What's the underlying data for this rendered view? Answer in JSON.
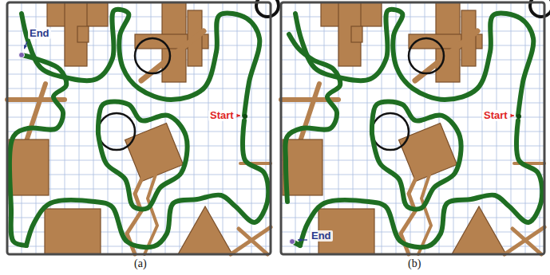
{
  "diagram": {
    "labels": [
      "Start",
      "End",
      "(a)",
      "Start",
      "End",
      "(b)"
    ]
  }
}
